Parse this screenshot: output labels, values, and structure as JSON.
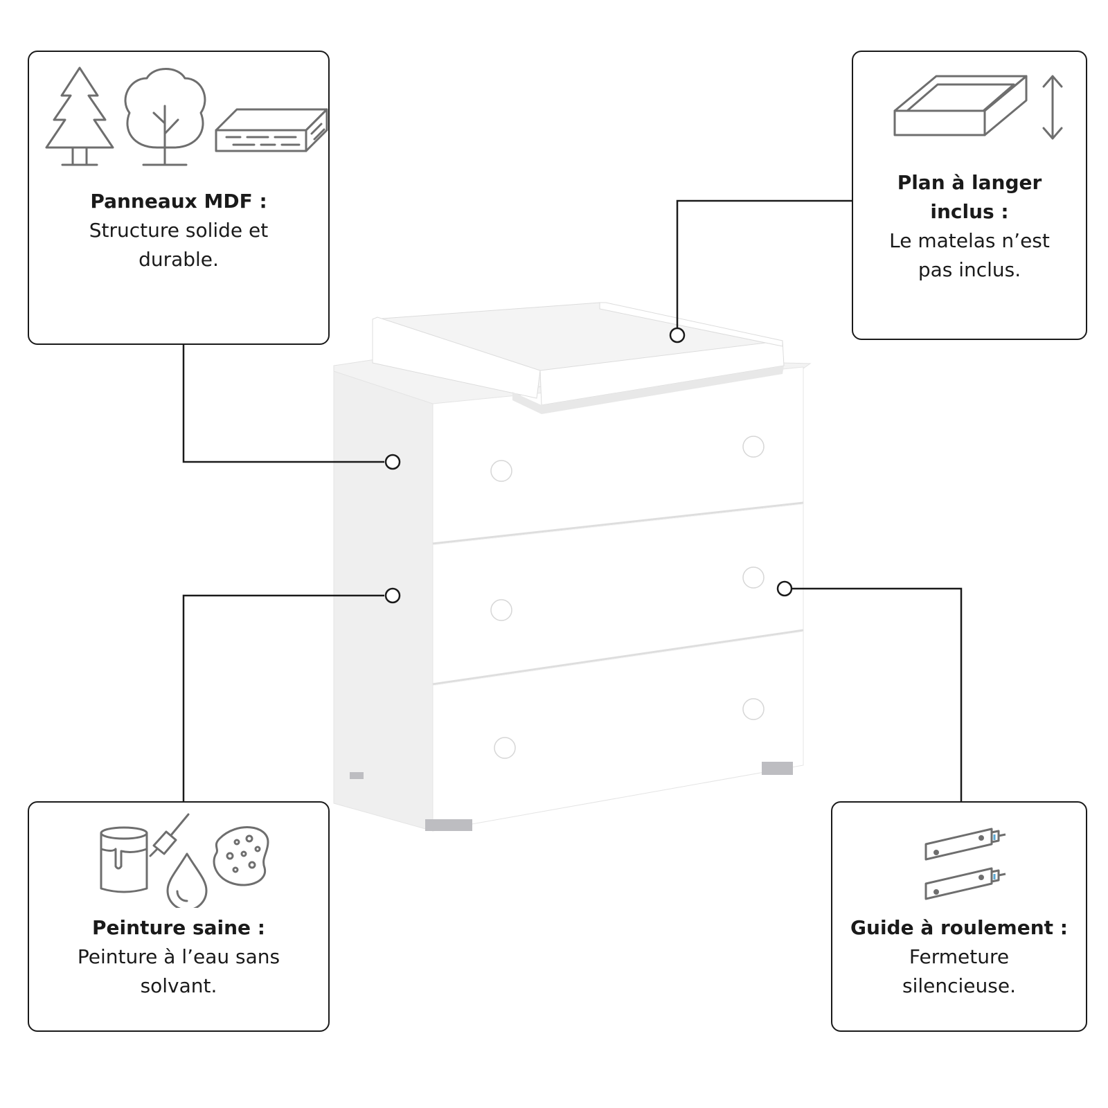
{
  "features": {
    "mdf": {
      "title": "Panneaux MDF :",
      "desc_line1": "Structure solide et",
      "desc_line2": "durable.",
      "icons": [
        "pine-tree-icon",
        "deciduous-tree-icon",
        "mdf-panel-icon"
      ]
    },
    "changing_top": {
      "title_line1": "Plan à langer",
      "title_line2": "inclus :",
      "desc_line1": "Le matelas n’est",
      "desc_line2": "pas inclus.",
      "icons": [
        "changing-tray-icon",
        "vertical-arrows-icon"
      ]
    },
    "paint": {
      "title": "Peinture saine :",
      "desc_line1": "Peinture à l’eau sans",
      "desc_line2": "solvant.",
      "icons": [
        "paint-can-icon",
        "paintbrush-icon",
        "water-drop-icon",
        "sponge-icon"
      ]
    },
    "slides": {
      "title": "Guide à roulement :",
      "desc_line1": "Fermeture",
      "desc_line2": "silencieuse.",
      "icons": [
        "drawer-slide-icon",
        "drawer-slide-icon"
      ]
    }
  },
  "colors": {
    "line": "#1a1a1a",
    "icon": "#6e6e6e",
    "furniture_white": "#ffffff",
    "furniture_shade": "#ececec",
    "feet": "#b9b9bd",
    "slide_accent": "#5aa9d6"
  }
}
